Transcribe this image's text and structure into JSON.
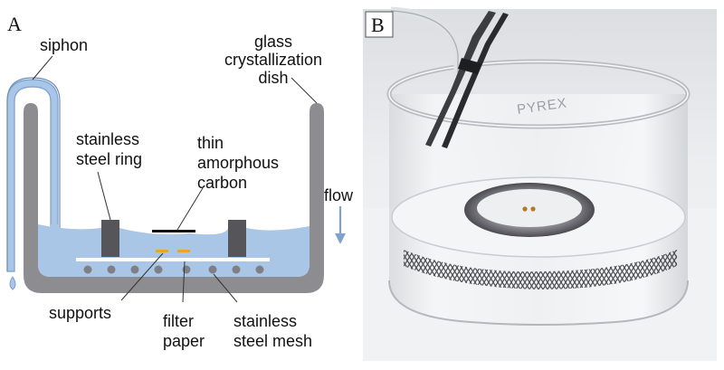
{
  "panel_a": {
    "letter": "A",
    "labels": {
      "siphon": "siphon",
      "glass": [
        "glass",
        "crystallization",
        "dish"
      ],
      "ring": [
        "stainless",
        "steel ring"
      ],
      "carbon": [
        "thin",
        "amorphous",
        "carbon"
      ],
      "flow": "flow",
      "supports": "supports",
      "filter": [
        "filter",
        "paper"
      ],
      "mesh": [
        "stainless",
        "steel mesh"
      ]
    },
    "colors": {
      "water": "#a9c6e6",
      "glass": "#8c8c91",
      "ring": "#55555a",
      "carbon": "#111111",
      "supports": "#e8a528",
      "mesh_dots": "#7f7f86",
      "arrow": "#7fa3cf"
    }
  },
  "panel_b": {
    "letter": "B",
    "dish_text": "PYREX",
    "colors": {
      "background": "#e9eaec",
      "table": "#f0f1f3"
    }
  }
}
